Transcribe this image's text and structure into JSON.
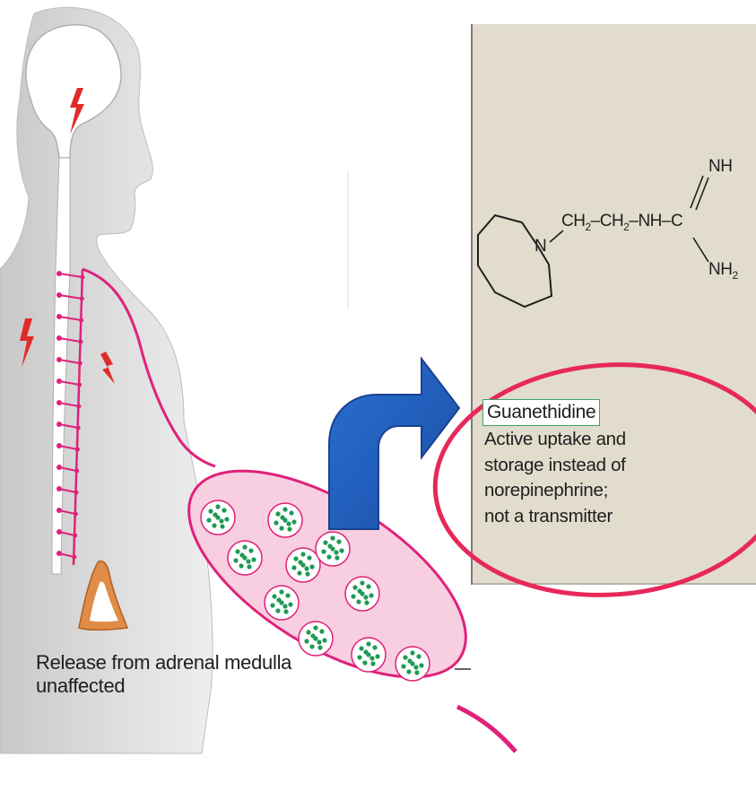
{
  "adrenal_caption": {
    "line1": "Release from adrenal medulla",
    "line2": "unaffected"
  },
  "drug": {
    "name": "Guanethidine",
    "description": [
      "Active uptake and",
      "storage instead of",
      "norepinephrine;",
      "not a transmitter"
    ]
  },
  "structure": {
    "ring_nitrogen": "N",
    "chain1": "CH",
    "chain1_sub": "2",
    "chain2": "CH",
    "chain2_sub": "2",
    "amine": "NH",
    "carbon": "C",
    "imine": "NH",
    "amino": "NH",
    "amino_sub": "2"
  },
  "colors": {
    "panel": "#e2dccd",
    "body": "#d4d4d4",
    "nerve": "#e0217a",
    "organ": "#f8cfe0",
    "vesicle_dots": "#1e9a55",
    "arrow": "#1f5fbf",
    "highlight_ring": "#e8285a",
    "adrenal": "#e08c46",
    "lightning": "#e12b2b"
  }
}
